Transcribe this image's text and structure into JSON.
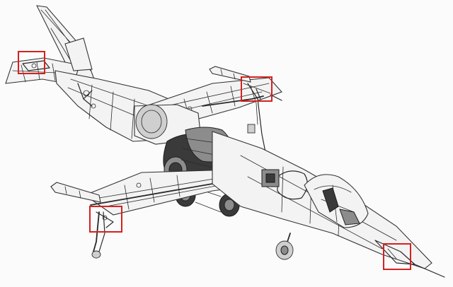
{
  "highlight_color": "#d62020",
  "highlights": [
    {
      "name": "tailplane-tip-highlight"
    },
    {
      "name": "right-wing-outrigger-highlight"
    },
    {
      "name": "left-wing-outrigger-highlight"
    },
    {
      "name": "nose-sensor-highlight"
    }
  ]
}
